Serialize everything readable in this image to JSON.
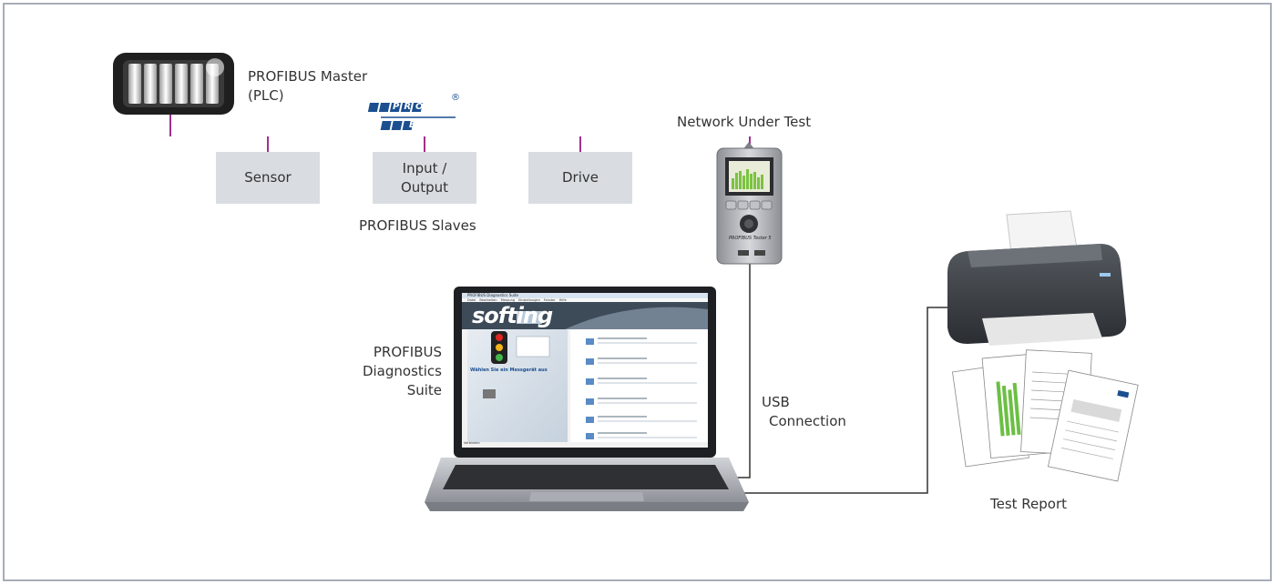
{
  "master": {
    "label_line1": "PROFIBUS Master",
    "label_line2": "(PLC)"
  },
  "profibus_logo": {
    "top": "PROFI",
    "bottom": "BUS",
    "mark": "®"
  },
  "network_label": "Network Under Test",
  "slaves": [
    {
      "label_line1": "Sensor",
      "label_line2": ""
    },
    {
      "label_line1": "Input /",
      "label_line2": "Output"
    },
    {
      "label_line1": "Drive",
      "label_line2": ""
    }
  ],
  "slaves_caption": "PROFIBUS Slaves",
  "tester": {
    "name": "PROFIBUS Tester 5"
  },
  "software": {
    "line1": "PROFIBUS",
    "line2": "Diagnostics",
    "line3": "Suite"
  },
  "laptop_screen": {
    "app_title": "PROFIBUS Diagnostics Suite",
    "menu": [
      "Datei",
      "Bearbeiten",
      "Messung",
      "Einstellungen",
      "Fenster",
      "Hilfe"
    ],
    "brand": "softing",
    "prompt": "Wählen Sie ein Messgerät aus",
    "status_bar": "Verbinden"
  },
  "usb": {
    "line1": "USB",
    "line2": "Connection"
  },
  "report_label": "Test Report",
  "colors": {
    "bus": "#a0308a",
    "frame": "#a7adb8",
    "slave_box": "#d9dde2",
    "cable": "#333333",
    "logo": "#1b4f8f"
  }
}
